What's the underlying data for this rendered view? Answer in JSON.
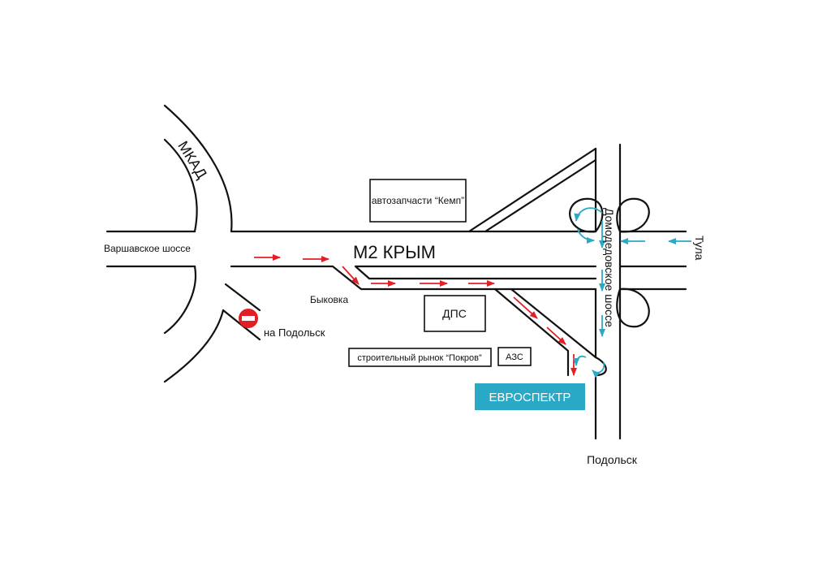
{
  "map": {
    "roads": {
      "mkad": "МКАД",
      "varshavskoe": "Варшавское шоссе",
      "m2": "М2 КРЫМ",
      "domodedovskoe": "Домодедовское шоссе",
      "bykovka": "Быковка",
      "to_podolsk": "на Подольск",
      "tula": "Тула",
      "podolsk": "Подольск"
    },
    "landmarks": {
      "kemp": "автозапчасти “Кемп”",
      "dps": "ДПС",
      "pokrov": "строительный рынок “Покров”",
      "azs": "АЗС"
    },
    "destination": {
      "label": "ЕВРОСПЕКТР",
      "color": "#2aa9c7"
    },
    "colors": {
      "route_main": "#e31e24",
      "route_alt": "#2aa9c7",
      "no_entry": "#e31e24"
    },
    "icons": {
      "no_entry": "no-entry-icon"
    }
  }
}
